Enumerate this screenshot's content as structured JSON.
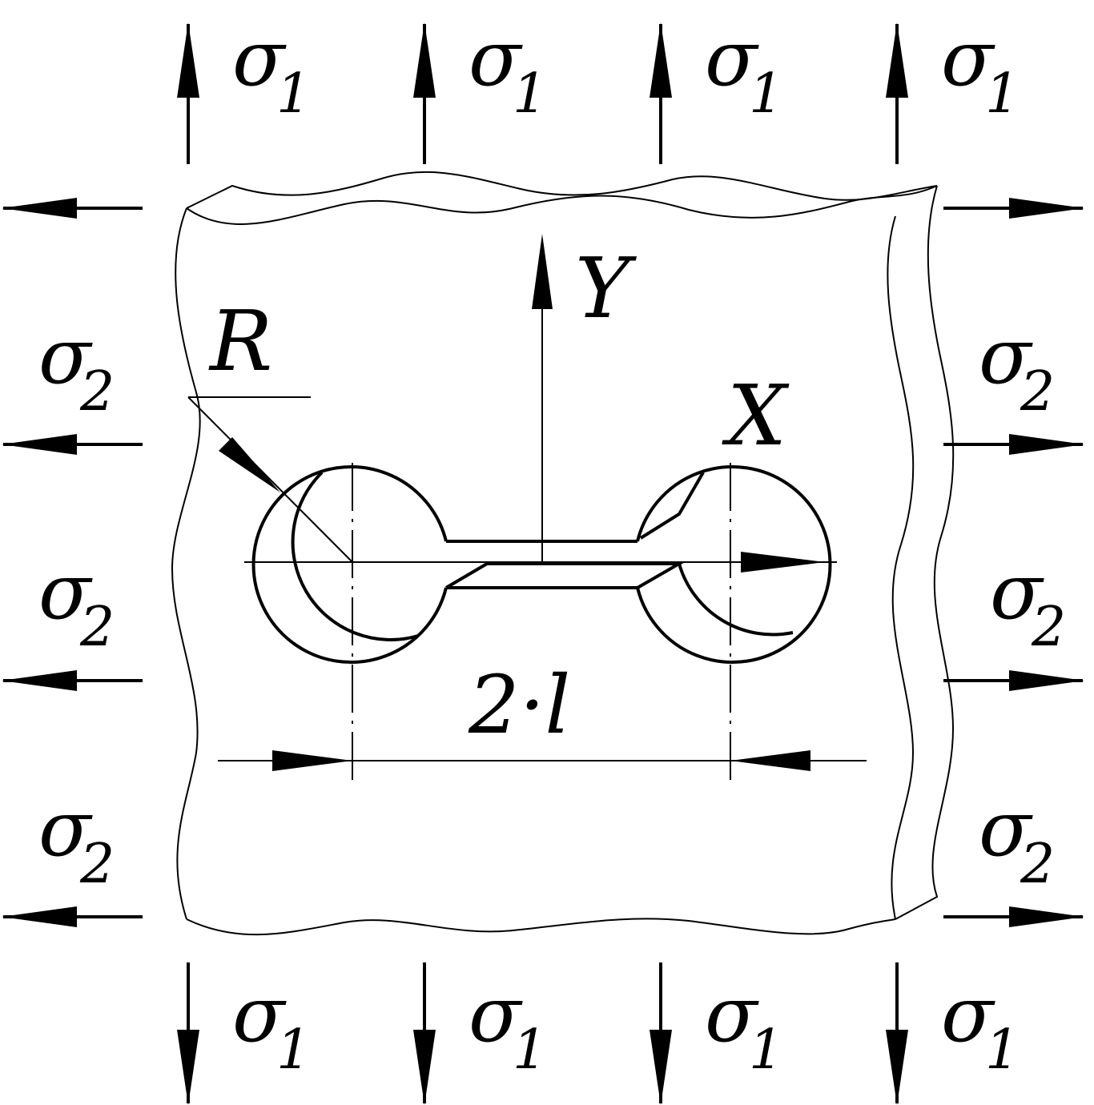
{
  "labels": {
    "sigma": "σ",
    "sigma1_sub": "1",
    "sigma2_sub": "2",
    "axis_y": "Y",
    "axis_x": "X",
    "radius": "R",
    "length": "2·l"
  },
  "colors": {
    "ink": "#000000",
    "background": "#ffffff"
  }
}
